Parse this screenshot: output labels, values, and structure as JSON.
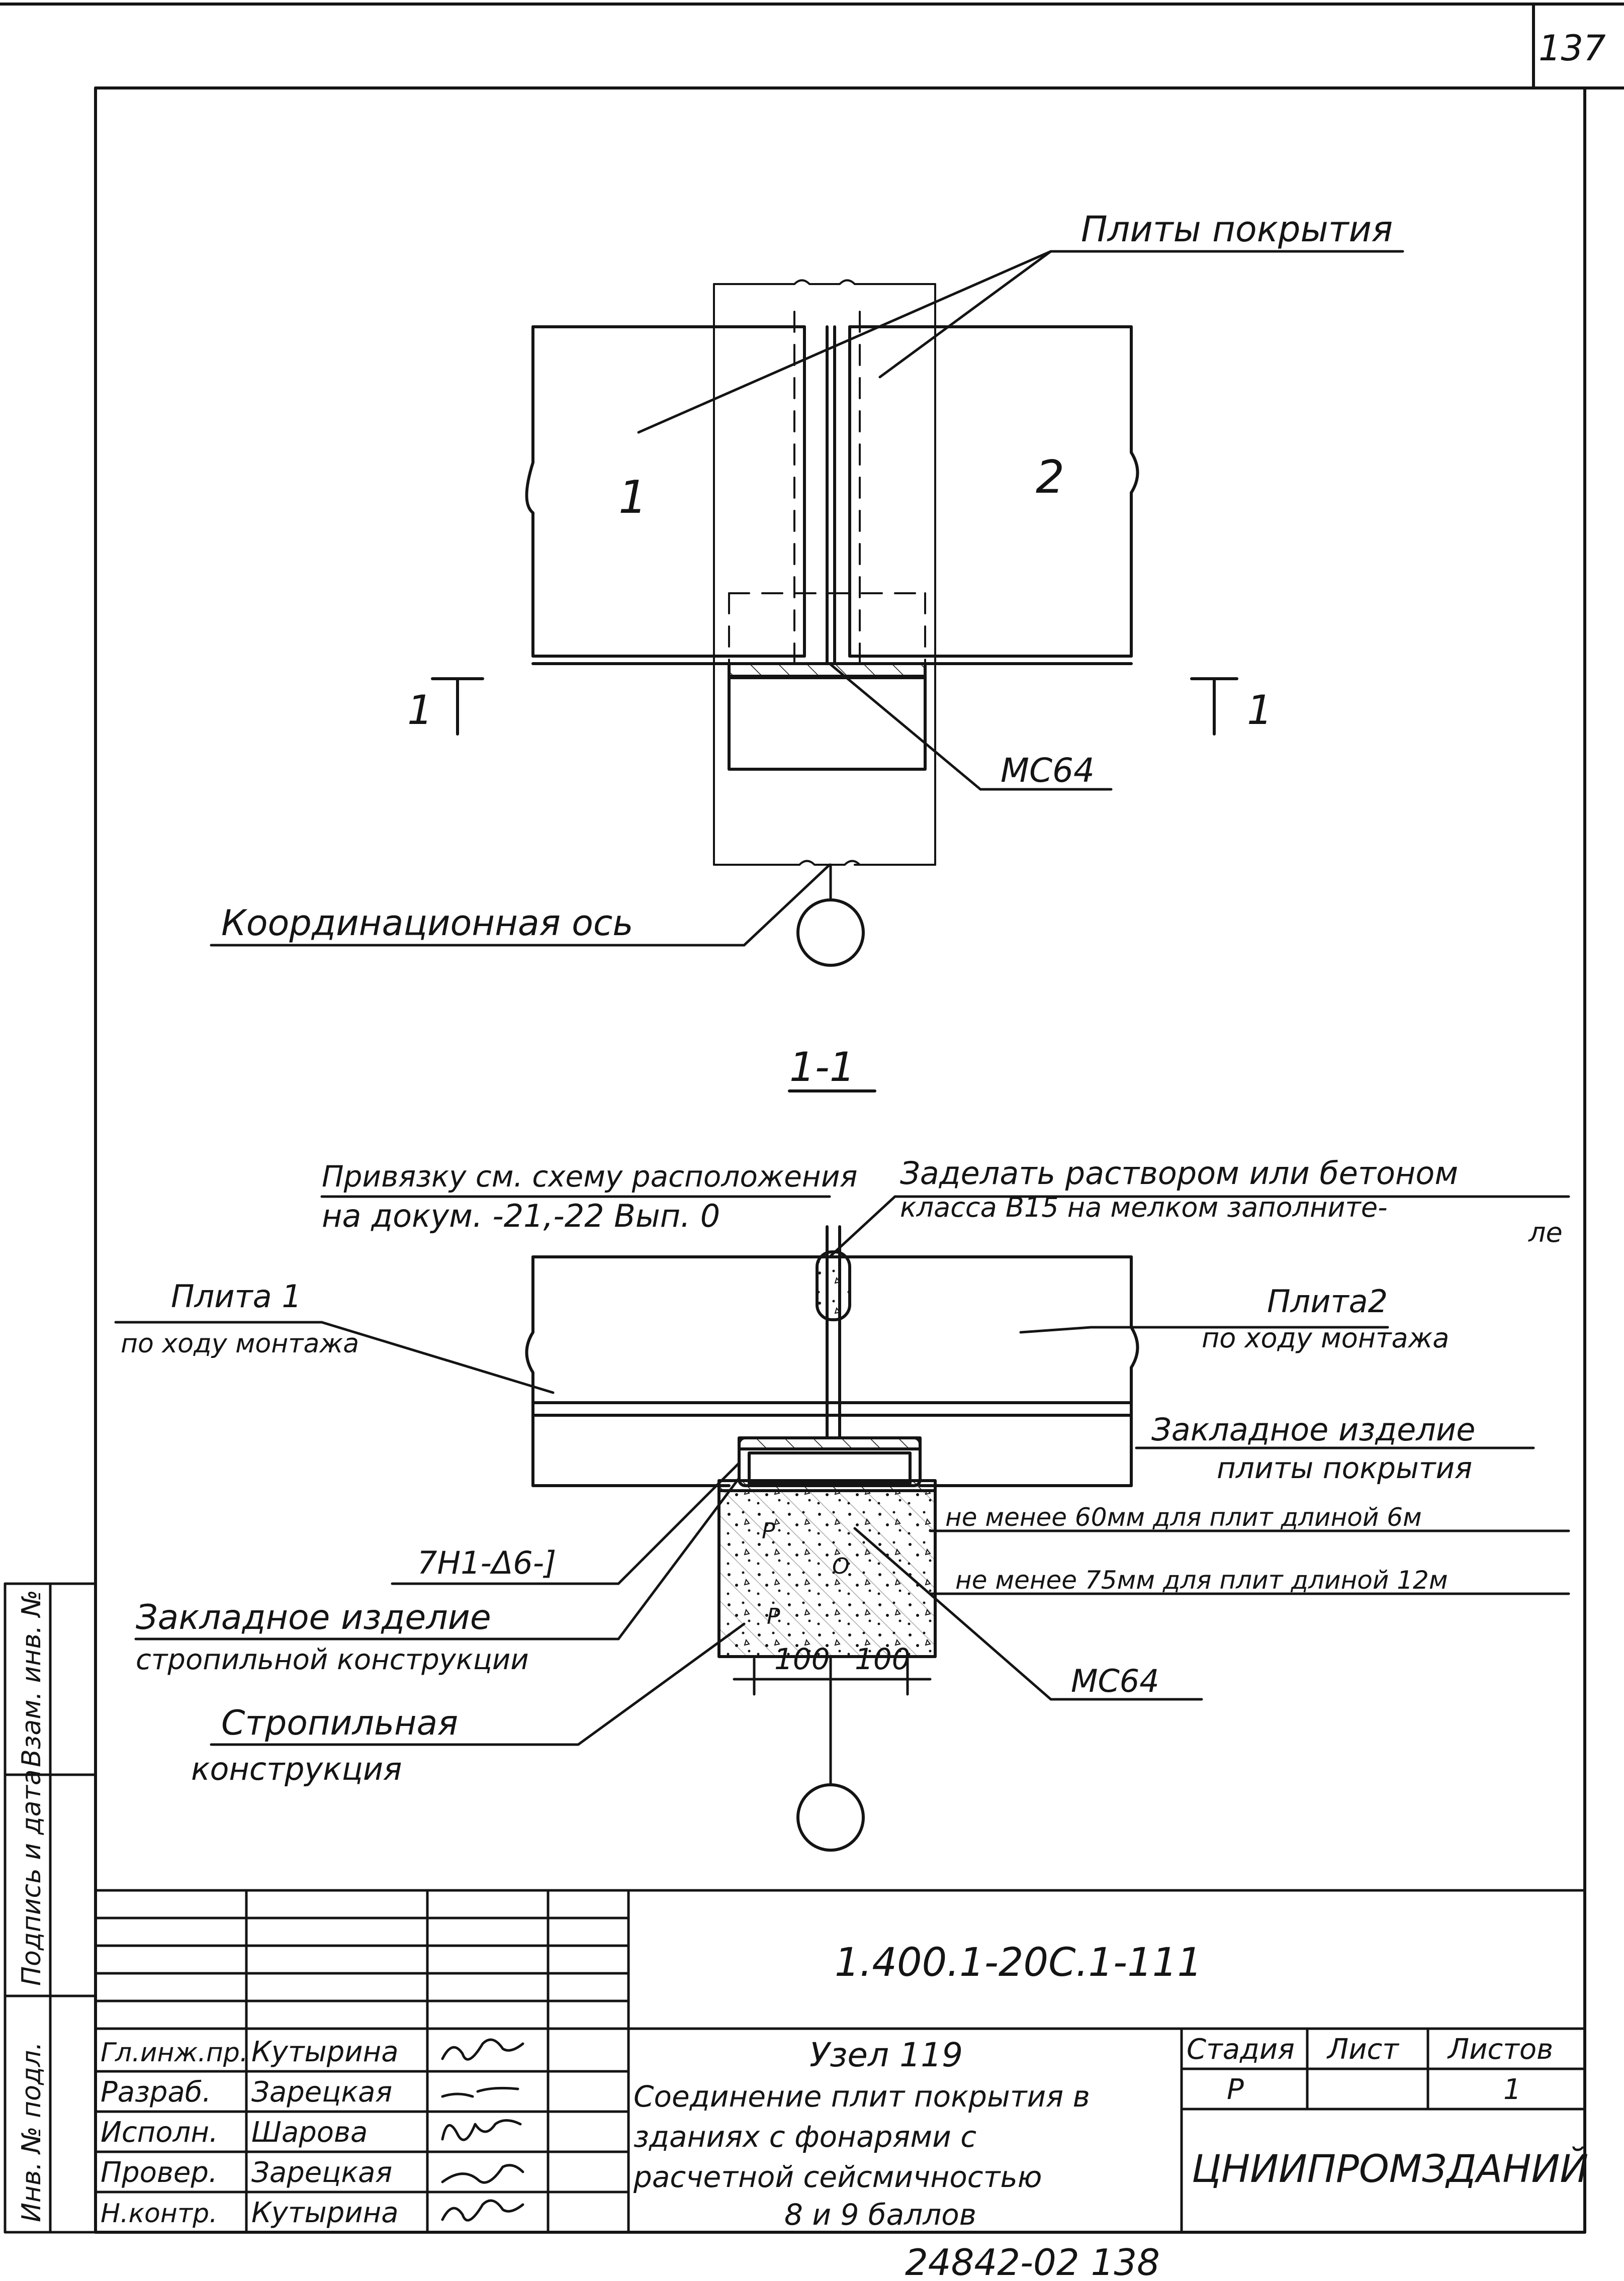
{
  "sheet": {
    "page_number": "137",
    "bottom_code": "24842-02  138"
  },
  "plan": {
    "title_label": "Плиты покрытия",
    "slab_1": "1",
    "slab_2": "2",
    "section_mark_left": "1",
    "section_mark_right": "1",
    "weld_label": "МС64",
    "axis_label": "Координационная ось"
  },
  "section": {
    "title": "1-1",
    "binding_note_line1": "Привязку см. схему расположения",
    "binding_note_line2": "на докум. -21,-22 Вып. 0",
    "grout_note_line1": "Заделать раствором или бетоном",
    "grout_note_line2": "класса В15 на мелком заполните-",
    "grout_note_line3": "ле",
    "slab1_line1": "Плита 1",
    "slab1_line2": "по ходу монтажа",
    "slab2_line1": "Плита2",
    "slab2_line2": "по ходу монтажа",
    "embed_slab_line1": "Закладное изделие",
    "embed_slab_line2": "плиты покрытия",
    "min60": "не менее 60мм для плит длиной 6м",
    "min75": "не менее 75мм для плит длиной 12м",
    "weld_code": "7Н1-Δ6-]",
    "embed_rafter_line1": "Закладное изделие",
    "embed_rafter_line2": "стропильной конструкции",
    "weld_label": "МС64",
    "rafter_line1": "Стропильная",
    "rafter_line2": "конструкция",
    "dim_left": "100",
    "dim_right": "100"
  },
  "side_stamp": {
    "cells": [
      "Инв. № подл.",
      "Подпись и дата",
      "Взам. инв. №"
    ]
  },
  "title_block": {
    "doc_code": "1.400.1-20С.1-111",
    "roles": [
      "Гл.инж.пр.",
      "Разраб.",
      "Исполн.",
      "Провер.",
      "Н.контр."
    ],
    "names": [
      "Кутырина",
      "Зарецкая",
      "Шарова",
      "Зарецкая",
      "Кутырина"
    ],
    "node_title": "Узел 119",
    "description_lines": [
      "Соединение плит покрытия в",
      "зданиях с фонарями с",
      "расчетной сейсмичностью",
      "8 и 9 баллов"
    ],
    "stage_label": "Стадия",
    "sheet_label": "Лист",
    "sheets_label": "Листов",
    "stage_value": "Р",
    "sheet_value": "",
    "sheets_value": "1",
    "organization": "ЦНИИПРОМЗДАНИЙ"
  }
}
